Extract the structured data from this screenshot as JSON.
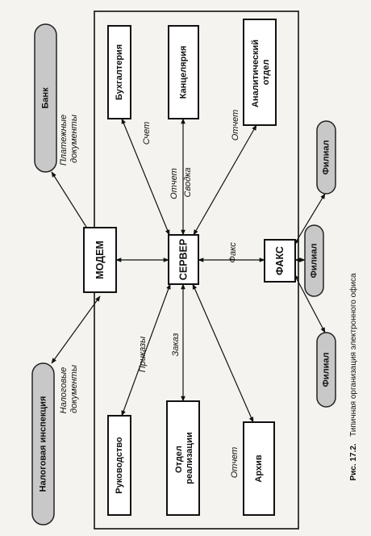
{
  "caption": {
    "prefix": "Рис. 17.2.",
    "text": "Типичная организация электронного офиса"
  },
  "core": {
    "modem": "МОДЕМ",
    "server": "СЕРВЕР",
    "fax": "ФАКС"
  },
  "departments": {
    "accounting": "Бухгалтерия",
    "office": "Канцелярия",
    "analytics": [
      "Аналитический",
      "отдел"
    ],
    "management": "Руководство",
    "sales": [
      "Отдел",
      "реализации"
    ],
    "archive": "Архив"
  },
  "external": {
    "bank": "Банк",
    "tax": "Налоговая инспекция",
    "branch_top": "Филиал",
    "branch_mid": "Филиал",
    "branch_bottom": "Филиал"
  },
  "edge_labels": {
    "bank": [
      "Платежные",
      "документы"
    ],
    "tax": [
      "Налоговые",
      "документы"
    ],
    "accounting": "Счет",
    "office": [
      "Отчет",
      "Сводка"
    ],
    "analytics": "Отчет",
    "fax": "Факс",
    "management": "Приказы",
    "sales": "Заказ",
    "archive": "Отчет"
  }
}
